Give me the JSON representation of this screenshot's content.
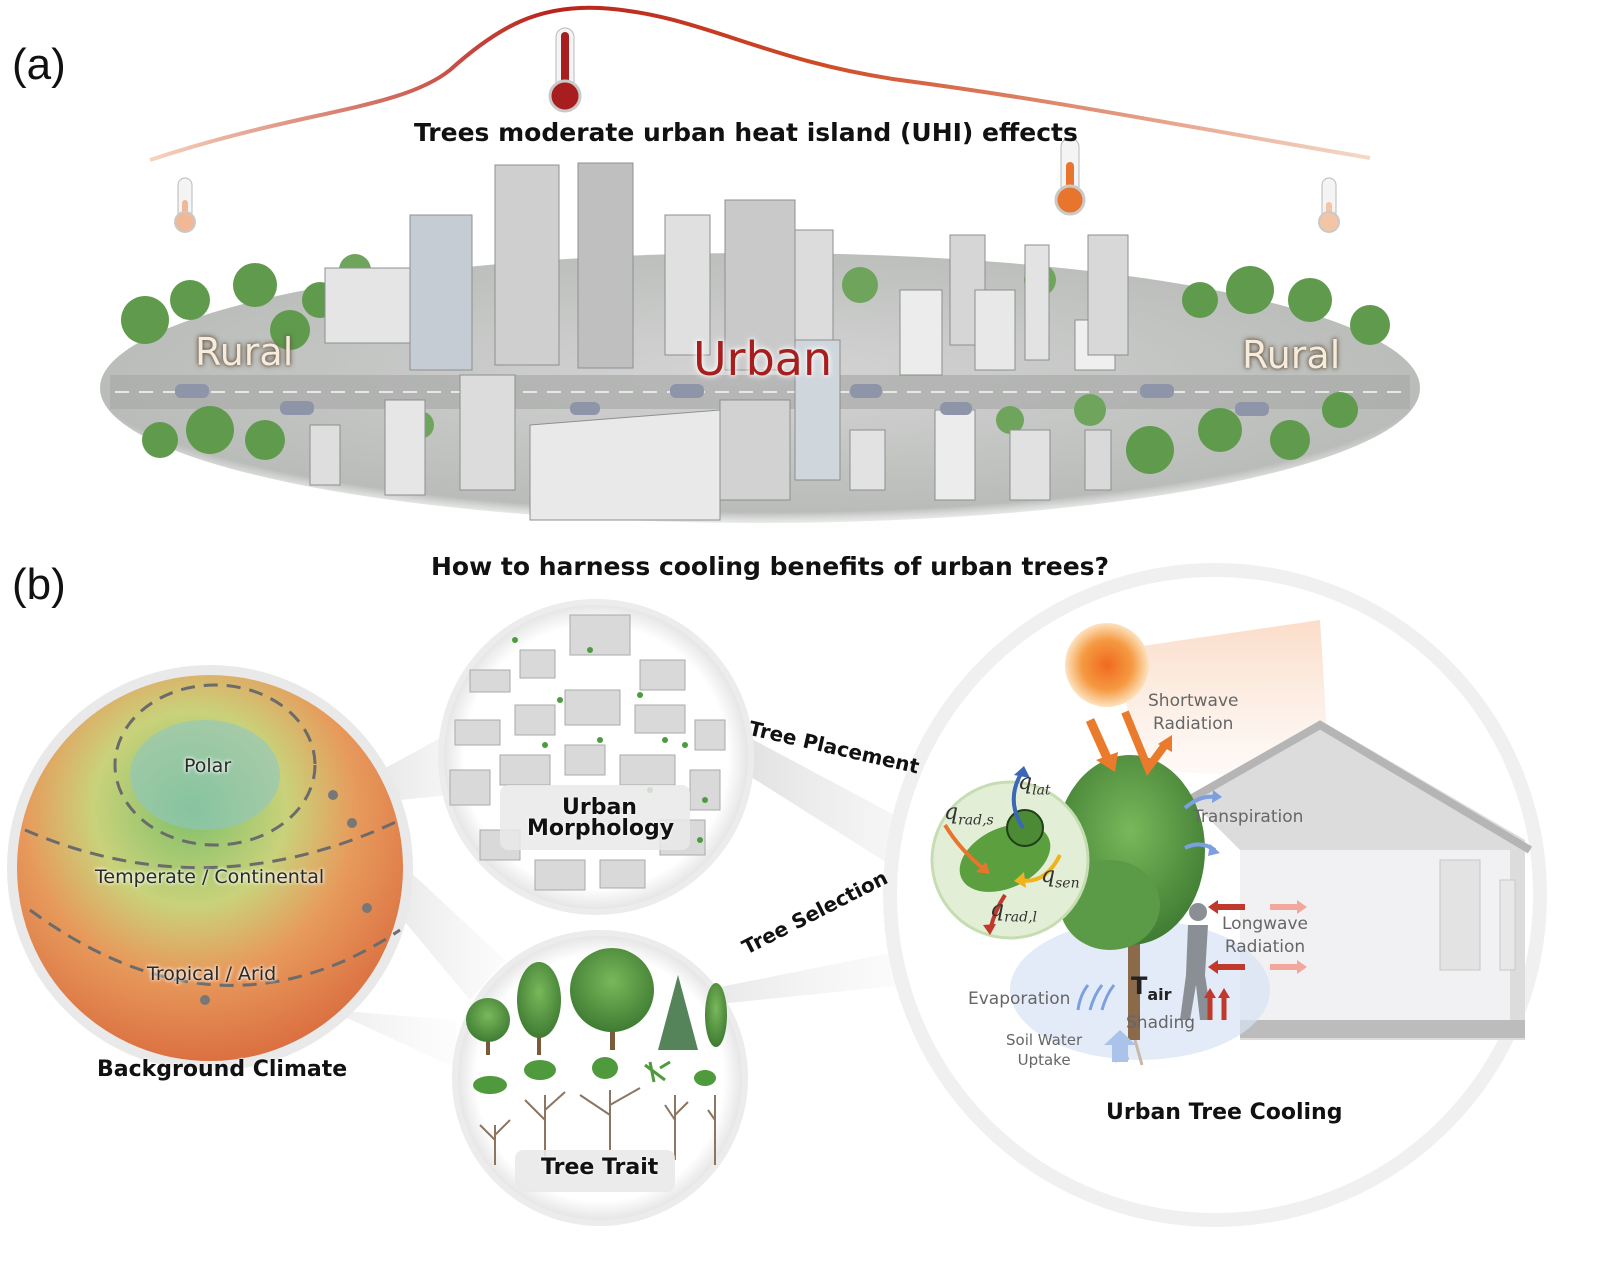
{
  "panels": {
    "a": "(a)",
    "b": "(b)"
  },
  "panel_a": {
    "heading": "Trees moderate urban heat island  (UHI) effects",
    "regions": {
      "rural_left": "Rural",
      "urban": "Urban",
      "rural_right": "Rural"
    }
  },
  "panel_b": {
    "heading": "How to harness cooling benefits of urban trees?",
    "climate_zones": {
      "polar": "Polar",
      "temperate": "Temperate / Continental",
      "tropical": "Tropical / Arid"
    },
    "captions": {
      "background_climate": "Background Climate",
      "urban_morphology": [
        "Urban",
        "Morphology"
      ],
      "tree_trait": "Tree Trait",
      "urban_tree_cooling": "Urban Tree Cooling"
    },
    "links": {
      "tree_placement": "Tree Placement",
      "tree_selection": "Tree Selection"
    },
    "fluxes": {
      "shortwave": [
        "Shortwave",
        "Radiation"
      ],
      "transpiration": "Transpiration",
      "longwave": [
        "Longwave",
        "Radiation"
      ],
      "evaporation": "Evaporation",
      "soil_water": [
        "Soil Water",
        "Uptake"
      ],
      "shading": "Shading"
    },
    "leaf_fluxes": {
      "q": "q",
      "lat": "lat",
      "rad_s": "rad,s",
      "sen": "sen",
      "rad_l": "rad,l"
    },
    "air_temp": {
      "symbol": "T",
      "sub": "air"
    }
  },
  "colors": {
    "hot": "#b01e1e",
    "warm": "#e8752e",
    "cool": "#6f93d8",
    "tree": "#4e8d3c"
  }
}
